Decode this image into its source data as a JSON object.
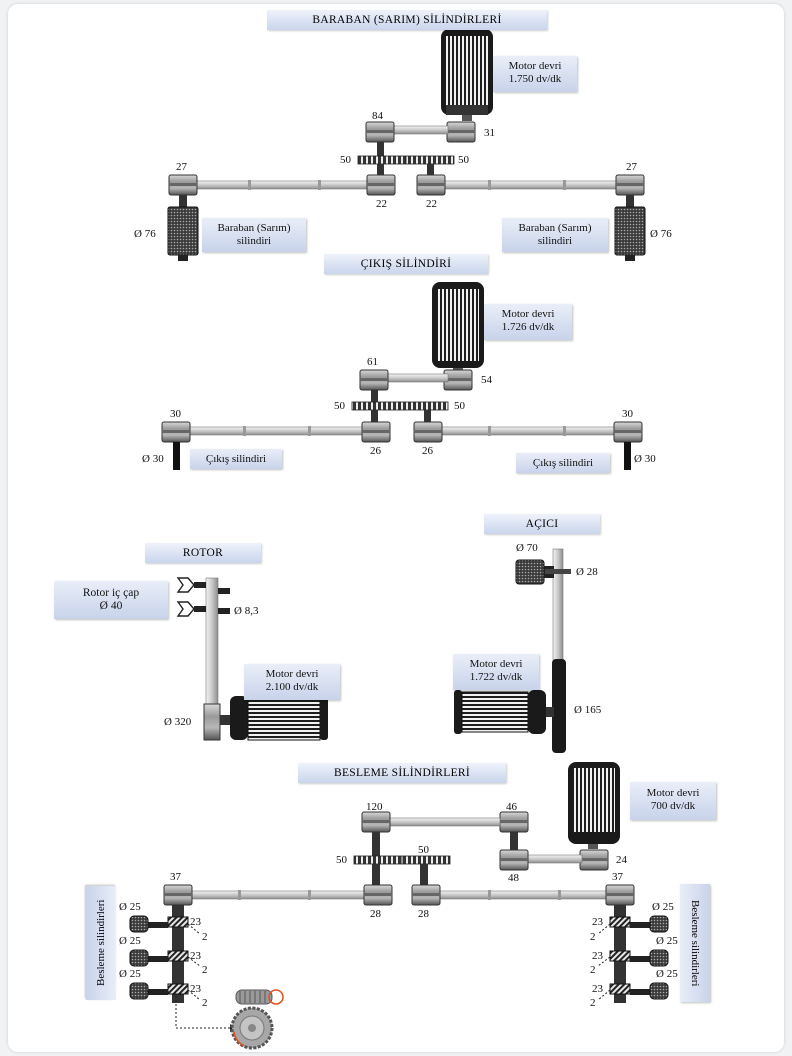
{
  "sections": {
    "baraban": "BARABAN (SARIM) SİLİNDİRLERİ",
    "cikis": "ÇIKIŞ SİLİNDİRİ",
    "acici": "AÇICI",
    "rotor": "ROTOR",
    "besleme": "BESLEME SİLİNDİRLERİ"
  },
  "motors": {
    "baraban": {
      "line1": "Motor devri",
      "line2": "1.750 dv/dk"
    },
    "cikis": {
      "line1": "Motor devri",
      "line2": "1.726 dv/dk"
    },
    "rotor": {
      "line1": "Motor devri",
      "line2": "2.100 dv/dk"
    },
    "acici": {
      "line1": "Motor devri",
      "line2": "1.722 dv/dk"
    },
    "besleme": {
      "line1": "Motor devri",
      "line2": "700 dv/dk"
    }
  },
  "boxes": {
    "baraban_left": {
      "line1": "Baraban (Sarım)",
      "line2": "silindiri"
    },
    "baraban_right": {
      "line1": "Baraban (Sarım)",
      "line2": "silindiri"
    },
    "cikis_left": "Çıkış silindiri",
    "cikis_right": "Çıkış silindiri",
    "rotor_ic": {
      "line1": "Rotor iç çap",
      "line2": "Ø 40"
    },
    "besleme_left": "Besleme silindirleri",
    "besleme_right": "Besleme silindirleri"
  },
  "baraban_labels": {
    "p84": "84",
    "p31": "31",
    "g50a": "50",
    "g50b": "50",
    "p27a": "27",
    "p27b": "27",
    "p22a": "22",
    "p22b": "22",
    "d76a": "Ø 76",
    "d76b": "Ø 76"
  },
  "cikis_labels": {
    "p61": "61",
    "p54": "54",
    "g50a": "50",
    "g50b": "50",
    "p30a": "30",
    "p30b": "30",
    "p26a": "26",
    "p26b": "26",
    "d30a": "Ø 30",
    "d30b": "Ø 30"
  },
  "rotor_labels": {
    "d83": "Ø 8,3",
    "d320": "Ø 320"
  },
  "acici_labels": {
    "d70": "Ø 70",
    "d28": "Ø 28",
    "d165": "Ø 165"
  },
  "besleme_labels": {
    "p120": "120",
    "p46": "46",
    "g50a": "50",
    "g50b": "50",
    "p48": "48",
    "p24": "24",
    "p37a": "37",
    "p37b": "37",
    "p28a": "28",
    "p28b": "28",
    "d25": "Ø 25",
    "w23": "23",
    "w2": "2"
  }
}
